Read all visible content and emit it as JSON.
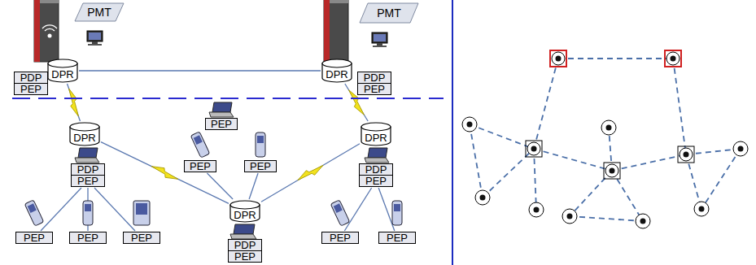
{
  "diagram": {
    "nodes": [
      {
        "text": [
          "PMT"
        ]
      },
      {
        "text": [
          "PDP"
        ]
      },
      {
        "text": [
          "PEP"
        ]
      },
      {
        "text": [
          "DPR"
        ]
      },
      {
        "text": [
          "PMT"
        ]
      },
      {
        "text": [
          "DPR"
        ]
      },
      {
        "text": [
          "PDP"
        ]
      },
      {
        "text": [
          "PEP"
        ]
      },
      {
        "text": [
          "DPR"
        ]
      },
      {
        "text": [
          "PDP"
        ]
      },
      {
        "text": [
          "PEP"
        ]
      },
      {
        "text": [
          "PEP"
        ]
      },
      {
        "text": [
          "PEP"
        ]
      },
      {
        "text": [
          "PEP"
        ]
      },
      {
        "text": [
          "DPR"
        ]
      },
      {
        "text": [
          "PDP"
        ]
      },
      {
        "text": [
          "PEP"
        ]
      },
      {
        "text": [
          "PEP"
        ]
      },
      {
        "text": [
          "PEP"
        ]
      },
      {
        "text": [
          "PEP"
        ]
      },
      {
        "text": [
          "DPR"
        ]
      },
      {
        "text": [
          "PEP"
        ]
      },
      {
        "text": [
          "PEP"
        ]
      },
      {
        "text": [
          "PDP"
        ]
      },
      {
        "text": [
          "PEP"
        ]
      }
    ],
    "edges": [
      {
        "from": 3,
        "to": 5,
        "arrow": "none"
      },
      {
        "from": 3,
        "to": 8,
        "arrow": "none"
      },
      {
        "from": 5,
        "to": 14,
        "arrow": "none"
      },
      {
        "from": 8,
        "to": 20,
        "arrow": "none"
      },
      {
        "from": 14,
        "to": 20,
        "arrow": "none"
      },
      {
        "from": 20,
        "to": 12,
        "arrow": "none"
      },
      {
        "from": 20,
        "to": 13,
        "arrow": "none"
      },
      {
        "from": 10,
        "to": 17,
        "arrow": "none"
      },
      {
        "from": 10,
        "to": 18,
        "arrow": "none"
      },
      {
        "from": 10,
        "to": 19,
        "arrow": "none"
      },
      {
        "from": 16,
        "to": 21,
        "arrow": "none"
      },
      {
        "from": 16,
        "to": 22,
        "arrow": "none"
      }
    ]
  }
}
